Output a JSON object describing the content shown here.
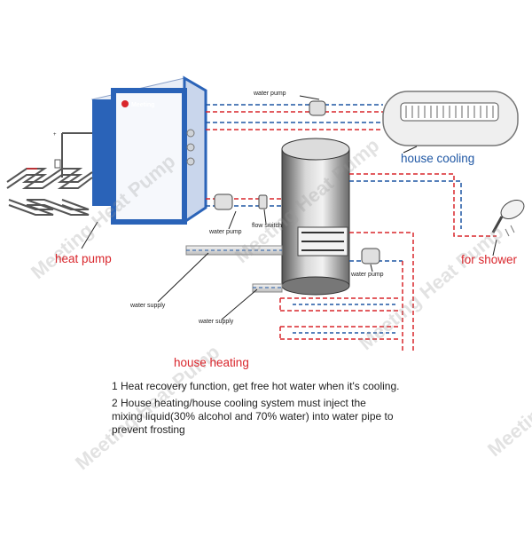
{
  "labels": {
    "heat_pump": "heat pump",
    "house_cooling": "house cooling",
    "for_shower": "for shower",
    "house_heating": "house heating",
    "water_pump_top": "water pump",
    "water_pump_left": "water pump",
    "flow_switch": "flow switch",
    "water_pump_right": "water pump",
    "water_supply_1": "water supply",
    "water_supply_2": "water supply",
    "brand": "Meeting"
  },
  "notes": [
    "1 Heat recovery function, get free hot water when it's cooling.",
    "2 House heating/house cooling system must inject the",
    "mixing liquid(30% alcohol and 70% water) into water pipe to",
    "prevent frosting"
  ],
  "watermark": "Meeting Heat Pump",
  "colors": {
    "hot_pipe": "#d9262c",
    "cold_pipe": "#1f57a4",
    "unit_blue": "#2a63b8",
    "label_red": "#d9262c",
    "label_blue": "#1f57a4"
  }
}
